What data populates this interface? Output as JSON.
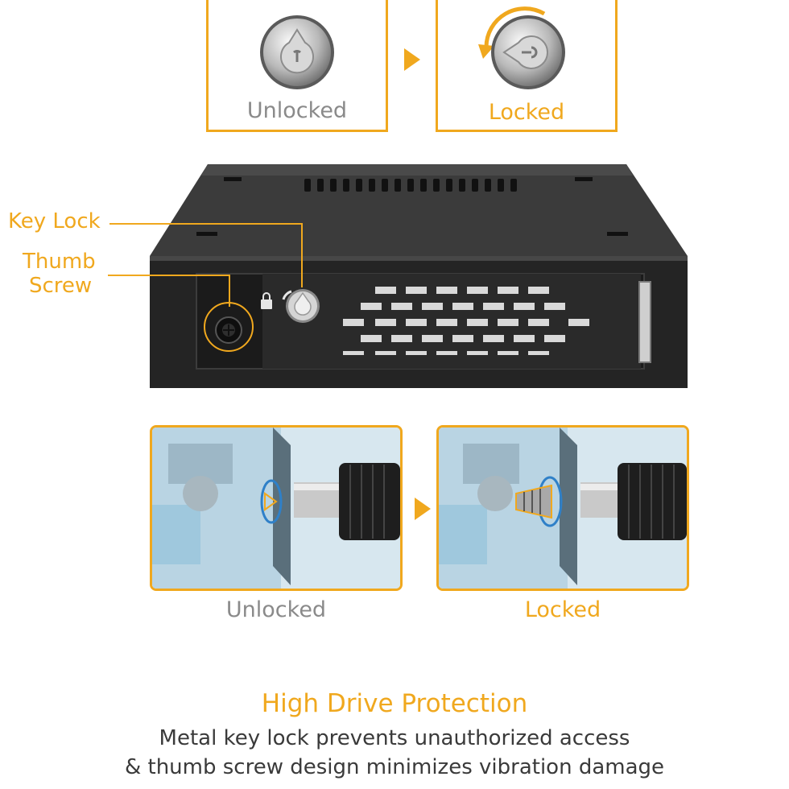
{
  "top_panel": {
    "unlocked_label": "Unlocked",
    "locked_label": "Locked"
  },
  "callouts": {
    "key_lock": "Key Lock",
    "thumb_screw_line1": "Thumb",
    "thumb_screw_line2": "Screw"
  },
  "bottom_panel": {
    "unlocked_label": "Unlocked",
    "locked_label": "Locked"
  },
  "footer": {
    "title": "High Drive Protection",
    "line1": "Metal key lock prevents unauthorized access",
    "line2": "& thumb screw design minimizes vibration damage"
  },
  "colors": {
    "accent": "#f0a81e",
    "label_gray": "#8a8a8a",
    "body_text": "#3a3a3a",
    "metal_dark": "#2a2a2a"
  }
}
